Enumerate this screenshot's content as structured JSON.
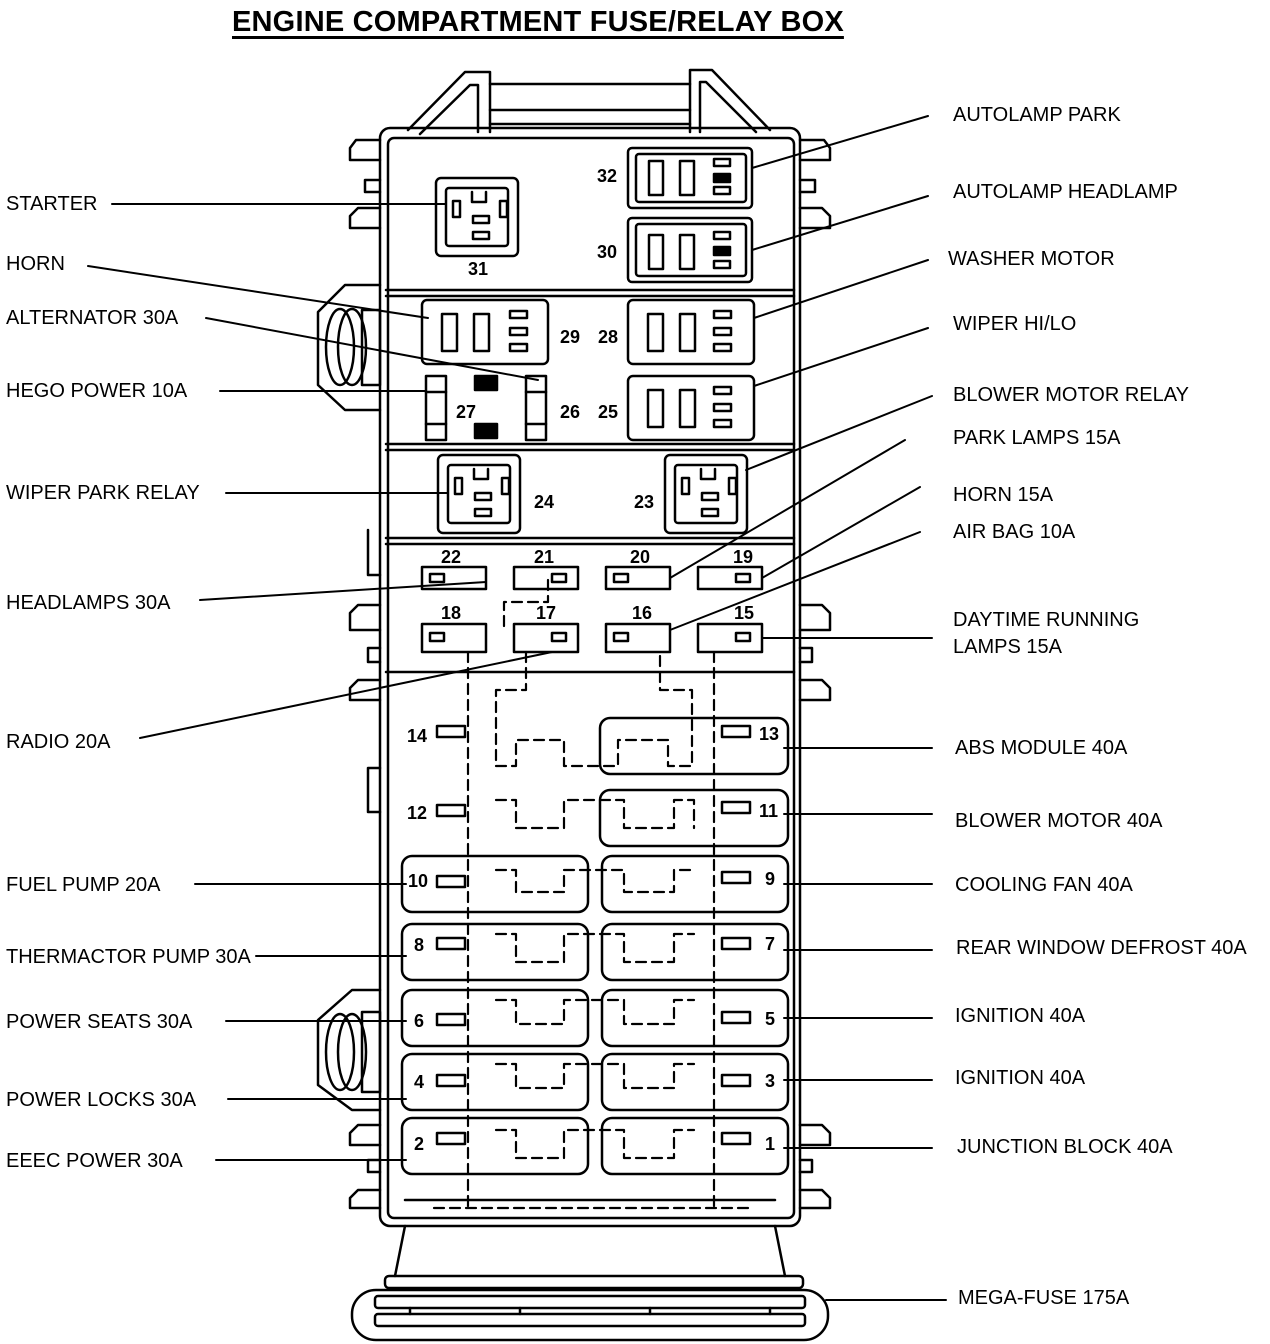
{
  "title": "ENGINE COMPARTMENT FUSE/RELAY BOX",
  "left_labels": {
    "starter": "STARTER",
    "horn": "HORN",
    "alternator": "ALTERNATOR 30A",
    "hego_power": "HEGO POWER 10A",
    "wiper_park_relay": "WIPER PARK RELAY",
    "headlamps": "HEADLAMPS 30A",
    "radio": "RADIO 20A",
    "fuel_pump": "FUEL PUMP 20A",
    "thermactor_pump": "THERMACTOR PUMP 30A",
    "power_seats": "POWER SEATS 30A",
    "power_locks": "POWER LOCKS 30A",
    "eeec_power": "EEEC POWER 30A"
  },
  "right_labels": {
    "autolamp_park": "AUTOLAMP PARK",
    "autolamp_headlamp": "AUTOLAMP HEADLAMP",
    "washer_motor": "WASHER MOTOR",
    "wiper_hilo": "WIPER HI/LO",
    "blower_motor_relay": "BLOWER MOTOR RELAY",
    "park_lamps": "PARK LAMPS 15A",
    "horn_15a": "HORN 15A",
    "air_bag": "AIR BAG 10A",
    "daytime_running_1": "DAYTIME RUNNING",
    "daytime_running_2": "LAMPS 15A",
    "abs_module": "ABS MODULE 40A",
    "blower_motor": "BLOWER MOTOR 40A",
    "cooling_fan": "COOLING FAN 40A",
    "rear_window_defrost": "REAR WINDOW DEFROST 40A",
    "ignition_5": "IGNITION 40A",
    "ignition_3": "IGNITION 40A",
    "junction_block": "JUNCTION BLOCK 40A",
    "mega_fuse": "MEGA-FUSE 175A"
  },
  "positions": {
    "p1": "1",
    "p2": "2",
    "p3": "3",
    "p4": "4",
    "p5": "5",
    "p6": "6",
    "p7": "7",
    "p8": "8",
    "p9": "9",
    "p10": "10",
    "p11": "11",
    "p12": "12",
    "p13": "13",
    "p14": "14",
    "p15": "15",
    "p16": "16",
    "p17": "17",
    "p18": "18",
    "p19": "19",
    "p20": "20",
    "p21": "21",
    "p22": "22",
    "p23": "23",
    "p24": "24",
    "p25": "25",
    "p26": "26",
    "p27": "27",
    "p28": "28",
    "p29": "29",
    "p30": "30",
    "p31": "31",
    "p32": "32"
  }
}
